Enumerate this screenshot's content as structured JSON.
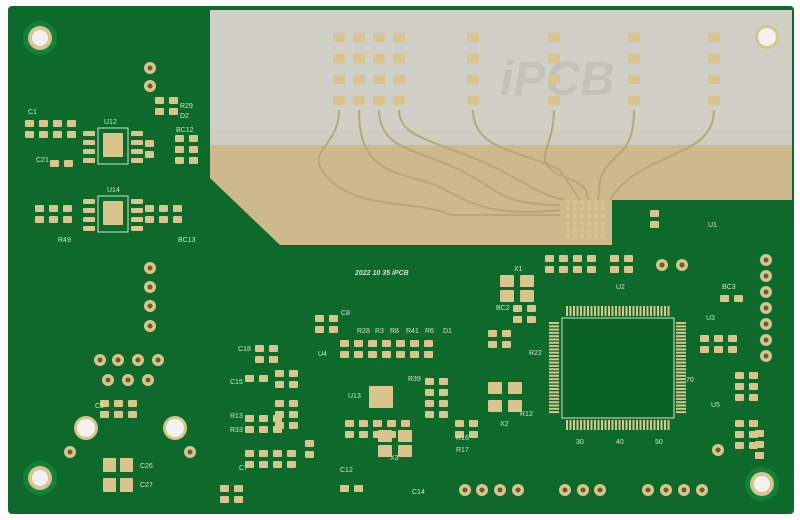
{
  "board": {
    "date_stamp": "2022 10 35 iPCB",
    "watermark": "iPCB",
    "colors": {
      "soldermask": "#0d6a2b",
      "soldermask_dark": "#0a5522",
      "gold": "#d8c48c",
      "gold_plane": "#cdb98c",
      "grey_plane": "#cfcfc8",
      "silkscreen": "#cfe3cf"
    }
  },
  "labels": {
    "u12": "U12",
    "u14": "U14",
    "u4": "U4",
    "u13": "U13",
    "u2": "U2",
    "u1": "U1",
    "u5": "U5",
    "u3": "U3",
    "c1": "C1",
    "c21": "C21",
    "c26": "C26",
    "c27": "C27",
    "c7": "C7",
    "c8": "C8",
    "c15": "C15",
    "c18": "C18",
    "c14": "C14",
    "c3": "C3",
    "c12": "C12",
    "r28": "R28",
    "r3": "R3",
    "r8": "R8",
    "r41": "R41",
    "r6": "R6",
    "d1": "D1",
    "r16": "R16",
    "r17": "R17",
    "r12": "R12",
    "r22": "R22",
    "r39": "R39",
    "r49": "R49",
    "r13": "R13",
    "r33": "R33",
    "bc12": "BC12",
    "bc13": "BC13",
    "bc3": "BC3",
    "bc2": "BC2",
    "x2": "X2",
    "x3": "X3",
    "x1": "X1",
    "d2": "D2",
    "r29": "R29",
    "pin30": "30",
    "pin40": "40",
    "pin50": "50",
    "pin70": "70"
  }
}
